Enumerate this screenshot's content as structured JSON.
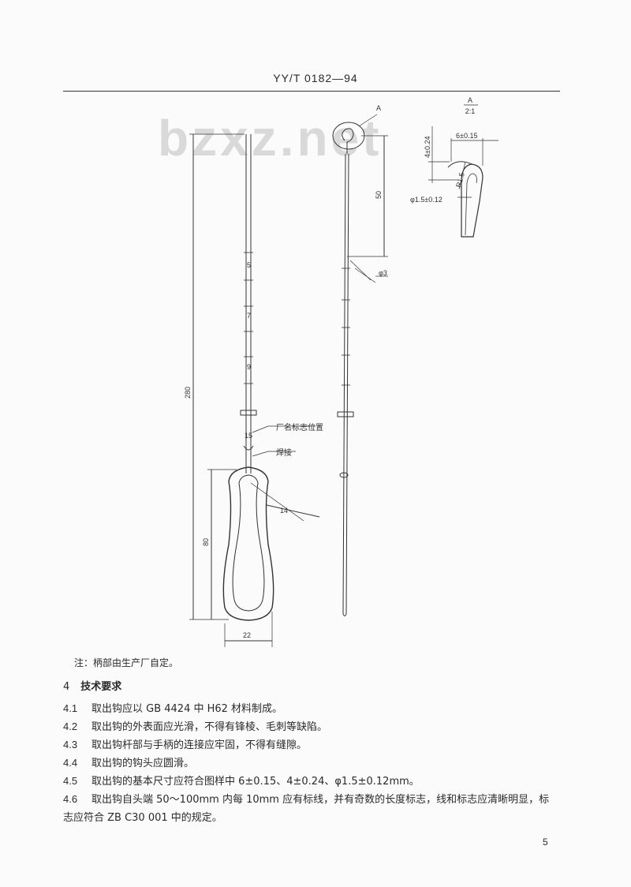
{
  "header": {
    "code": "YY/T 0182—94"
  },
  "watermark": "bzxz.net",
  "figure": {
    "detail_label": "A",
    "detail_scale": "2:1",
    "view_marker": "A",
    "dim_head_width": "6±0.15",
    "dim_head_height": "4±0.24",
    "dim_wire_dia": "φ1.5±0.12",
    "dim_radius": "R1.5",
    "dim_50": "50",
    "dim_phi3": "φ3",
    "dim_280": "280",
    "dim_80": "80",
    "dim_14": "14",
    "dim_22": "22",
    "scale_marks": [
      "5",
      "7",
      "9",
      "15"
    ],
    "callout_mark": "厂名标志位置",
    "callout_weld": "焊接"
  },
  "note": "注：柄部由生产厂自定。",
  "section": {
    "number": "4",
    "title": "技术要求"
  },
  "requirements": [
    {
      "num": "4.1",
      "text": "取出钩应以 GB 4424 中 H62 材料制成。"
    },
    {
      "num": "4.2",
      "text": "取出钩的外表面应光滑，不得有锋棱、毛刺等缺陷。"
    },
    {
      "num": "4.3",
      "text": "取出钩杆部与手柄的连接应牢固，不得有缝隙。"
    },
    {
      "num": "4.4",
      "text": "取出钩的钩头应圆滑。"
    },
    {
      "num": "4.5",
      "text": "取出钩的基本尺寸应符合图样中 6±0.15、4±0.24、φ1.5±0.12mm。"
    },
    {
      "num": "4.6",
      "text": "取出钩自头端 50～100mm 内每 10mm 应有标线，并有奇数的长度标志，线和标志应清晰明显，标",
      "cont": "志应符合 ZB C30 001 中的规定。"
    }
  ],
  "page_number": "5"
}
